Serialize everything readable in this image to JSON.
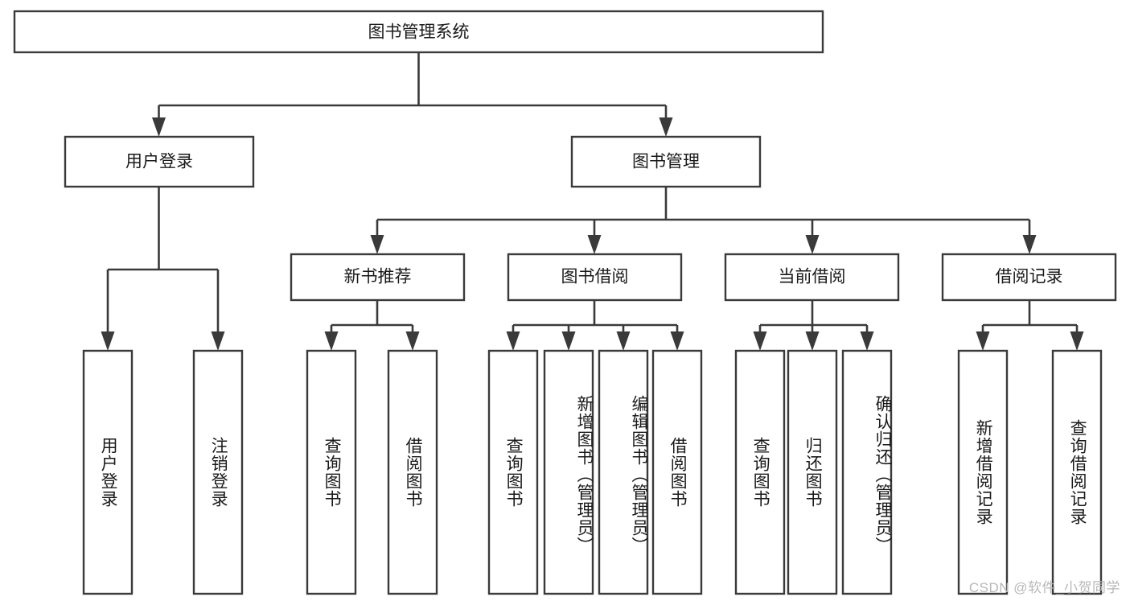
{
  "diagram": {
    "title": "图书管理系统",
    "type": "tree",
    "orientation": "top-down",
    "colors": {
      "box_fill": "#ffffff",
      "box_stroke": "#3a3a3a",
      "connector": "#3a3a3a",
      "text": "#1a1a1a",
      "watermark": "#b8b8b8",
      "background": "#ffffff"
    },
    "root": {
      "label": "图书管理系统"
    },
    "level2": [
      {
        "label": "用户登录"
      },
      {
        "label": "图书管理"
      }
    ],
    "level3": [
      {
        "label": "新书推荐"
      },
      {
        "label": "图书借阅"
      },
      {
        "label": "当前借阅"
      },
      {
        "label": "借阅记录"
      }
    ],
    "leaves": {
      "user_login": [
        {
          "label": "用户登录"
        },
        {
          "label": "注销登录"
        }
      ],
      "new_book_recommend": [
        {
          "label": "查询图书"
        },
        {
          "label": "借阅图书"
        }
      ],
      "book_borrow": [
        {
          "label": "查询图书"
        },
        {
          "label": "新增图书（管理员）"
        },
        {
          "label": "编辑图书（管理员）"
        },
        {
          "label": "借阅图书"
        }
      ],
      "current_borrow": [
        {
          "label": "查询图书"
        },
        {
          "label": "归还图书"
        },
        {
          "label": "确认归还（管理员）"
        }
      ],
      "borrow_record": [
        {
          "label": "新增借阅记录"
        },
        {
          "label": "查询借阅记录"
        }
      ]
    },
    "watermark": "CSDN @软件_小贺同学"
  }
}
